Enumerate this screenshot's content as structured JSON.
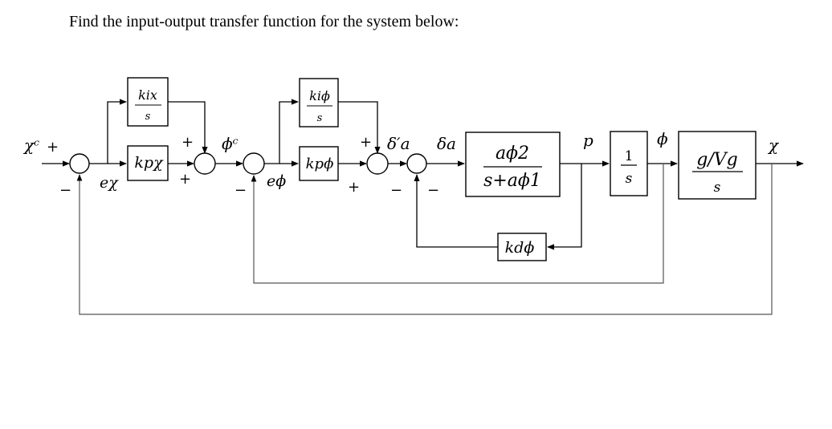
{
  "question": "Find the input-output transfer function for the system below:",
  "signals": {
    "x_ref": "χᶜ",
    "e_x": "eχ",
    "phi_ref": "ϕᶜ",
    "e_phi": "eϕ",
    "delta_a_prime": "δ′a",
    "delta_a": "δa",
    "p": "p",
    "phi": "ϕ",
    "x_out": "χ"
  },
  "signs": {
    "plus": "+",
    "minus": "−"
  },
  "blocks": {
    "kix": {
      "num": "kix",
      "den": "s"
    },
    "kpx": {
      "label": "kpχ"
    },
    "kiphi": {
      "num": "kiϕ",
      "den": "s"
    },
    "kpphi": {
      "label": "kpϕ"
    },
    "plant": {
      "num": "aϕ2",
      "den": "s+aϕ1"
    },
    "integrator": {
      "num": "1",
      "den": "s"
    },
    "kdphi": {
      "label": "kdϕ"
    },
    "heading": {
      "num": "g/Vg",
      "den": "s"
    }
  }
}
